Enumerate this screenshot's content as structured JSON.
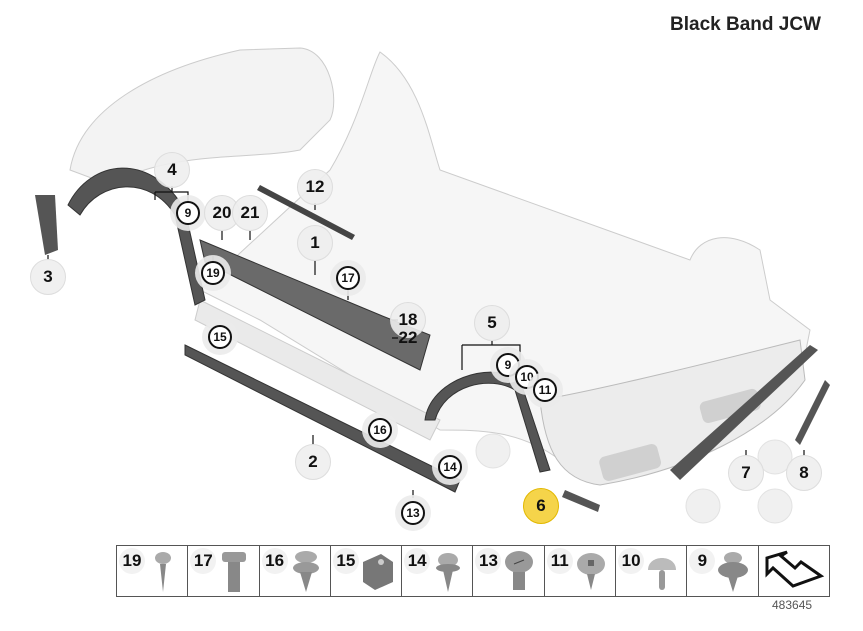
{
  "title": "Black Band JCW",
  "callouts": [
    "4",
    "9",
    "20",
    "21",
    "12",
    "1",
    "19",
    "17",
    "18",
    "22",
    "15",
    "16",
    "2",
    "14",
    "13",
    "3",
    "5",
    "9",
    "10",
    "11",
    "7",
    "8",
    "6"
  ],
  "highlighted": {
    "label": "6",
    "color": "#f5d44a"
  },
  "legend": [
    {
      "label": "19",
      "icon": "clip-pin-icon"
    },
    {
      "label": "17",
      "icon": "expanding-clip-icon"
    },
    {
      "label": "16",
      "icon": "push-rivet-icon"
    },
    {
      "label": "15",
      "icon": "clip-nut-icon"
    },
    {
      "label": "14",
      "icon": "spreader-rivet-icon"
    },
    {
      "label": "13",
      "icon": "screw-rivet-icon"
    },
    {
      "label": "11",
      "icon": "torx-screw-icon"
    },
    {
      "label": "10",
      "icon": "cap-rivet-icon"
    },
    {
      "label": "9",
      "icon": "expanding-rivet-icon"
    },
    {
      "label": "",
      "icon": "arrow-direction-icon"
    }
  ],
  "diagram_number": "483645"
}
